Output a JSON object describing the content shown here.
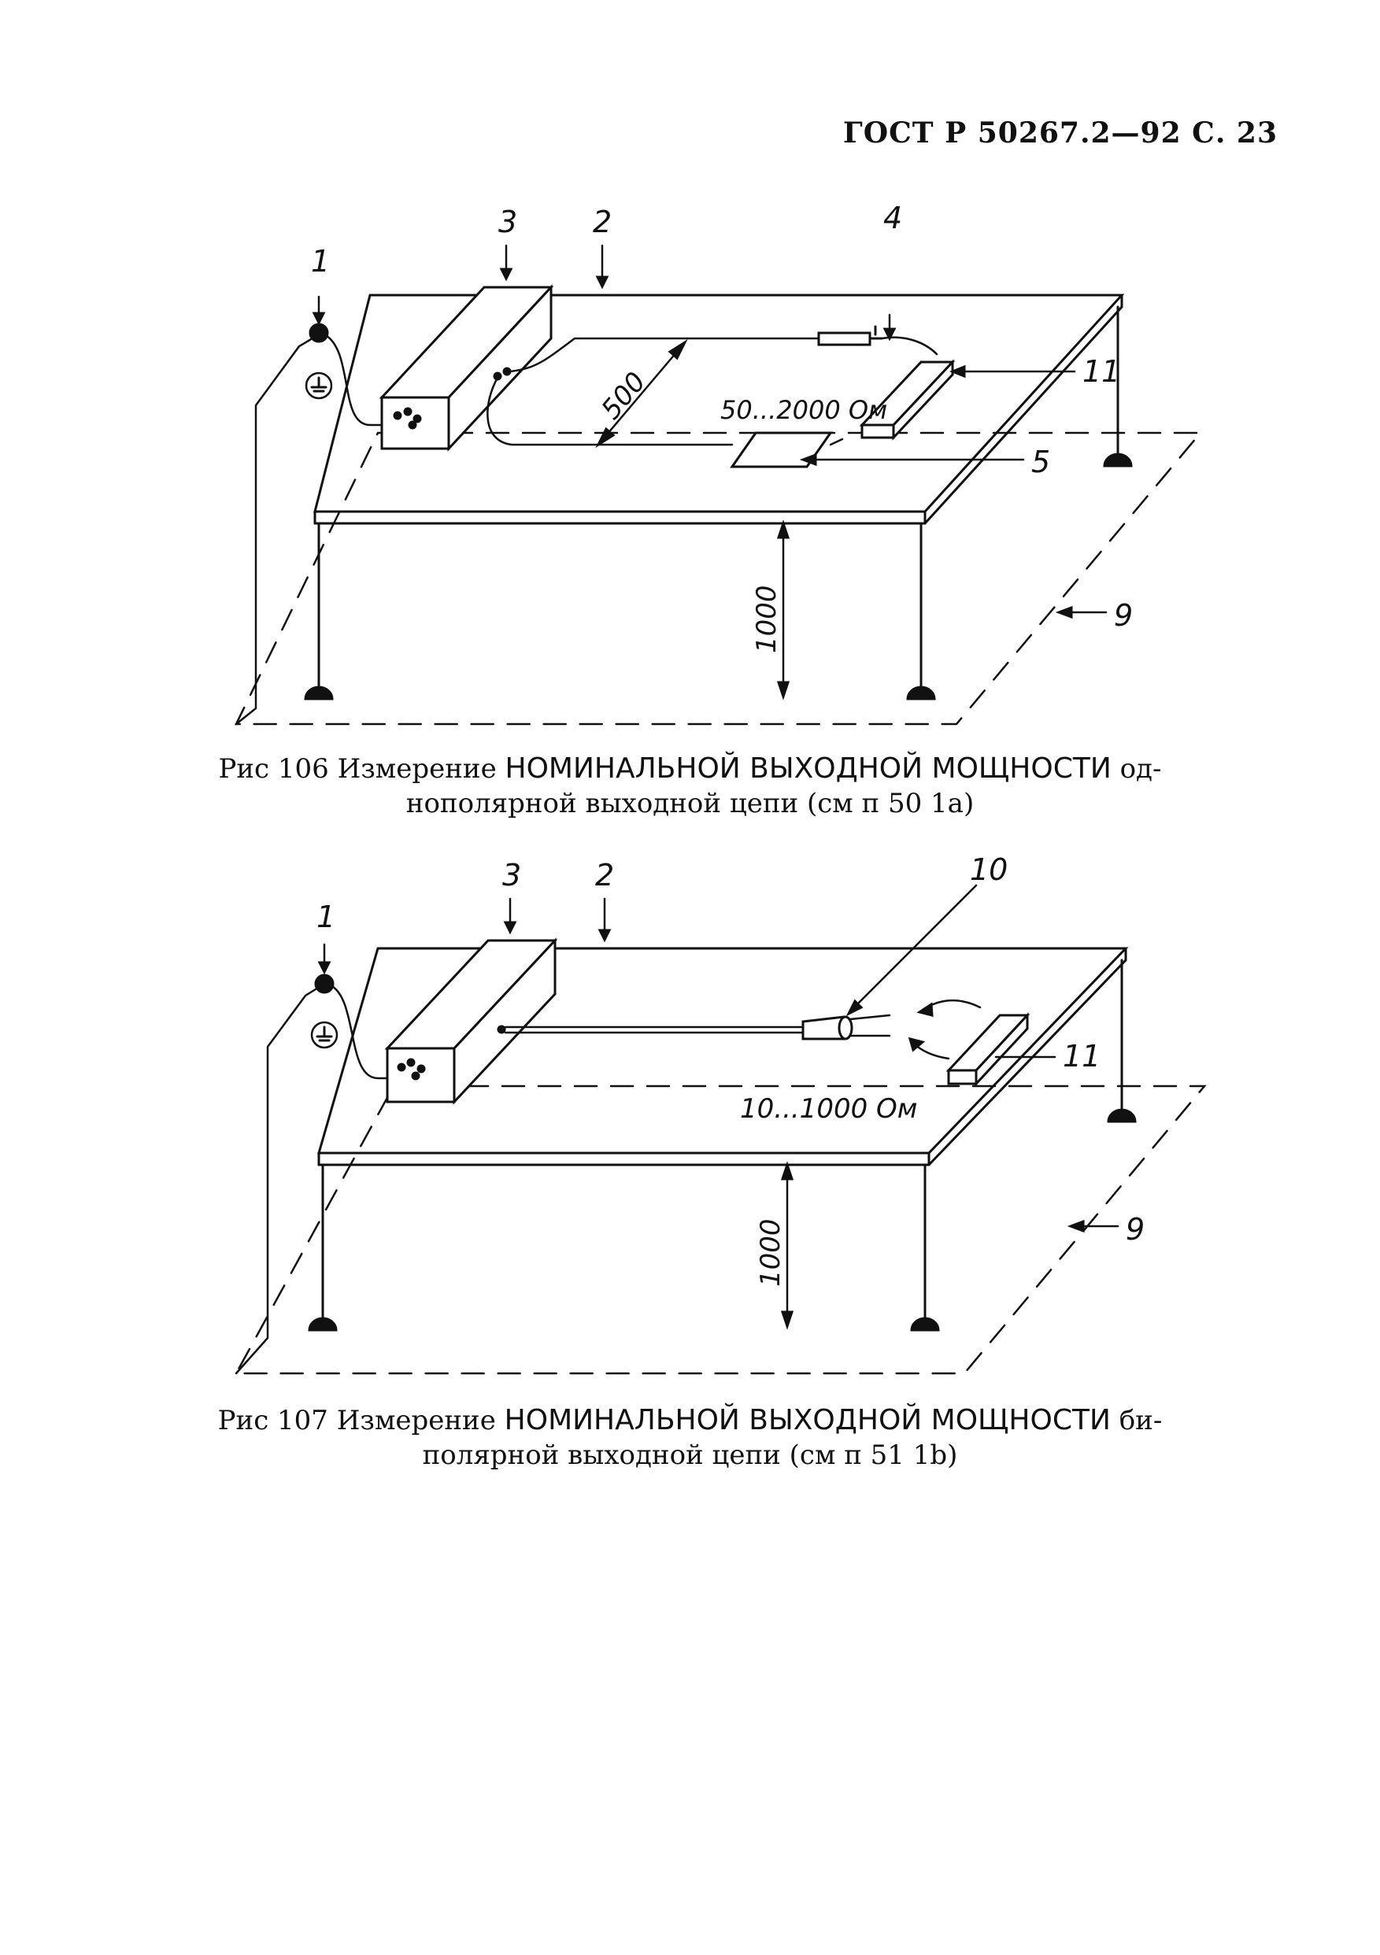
{
  "header": {
    "text": "ГОСТ Р 50267.2—92 С. 23"
  },
  "figure106": {
    "labels": {
      "l1": "1",
      "l2": "2",
      "l3": "3",
      "l4": "4",
      "l5": "5",
      "l9": "9",
      "l11": "11"
    },
    "dim_500": "500",
    "dim_1000": "1000",
    "resistance": "50...2000 Ом",
    "caption": {
      "prefix": "Рис  106  Измерение ",
      "caps": "НОМИНАЛЬНОЙ ВЫХОДНОЙ МОЩНОСТИ",
      "line1_suffix": " од-",
      "line2": "нополярной выходной цепи  (см  п  50 1а)"
    }
  },
  "figure107": {
    "labels": {
      "l1": "1",
      "l2": "2",
      "l3": "3",
      "l9": "9",
      "l10": "10",
      "l11": "11"
    },
    "dim_1000": "1000",
    "resistance": "10...1000 Ом",
    "caption": {
      "prefix": "Рис  107  Измерение ",
      "caps": "НОМИНАЛЬНОЙ ВЫХОДНОЙ МОЩНОСТИ",
      "line1_suffix": " би-",
      "line2": "полярной выходной цепи  (см  п  51 1b)"
    }
  }
}
